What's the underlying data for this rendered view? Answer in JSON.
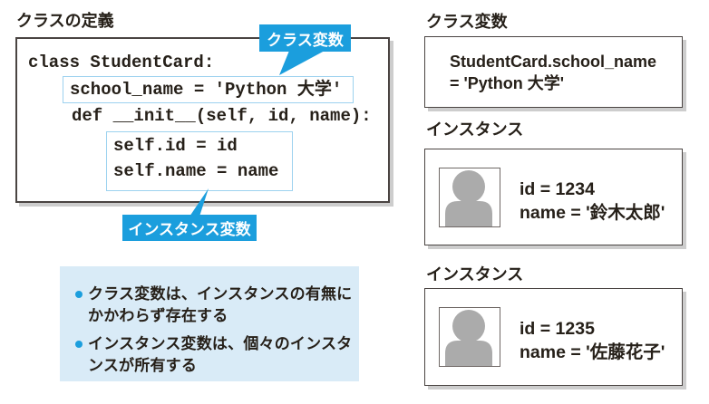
{
  "colors": {
    "accent": "#1b9edd",
    "inner_border": "#9dd2ef",
    "note_bg": "#d9ebf7",
    "ink": "#262019",
    "box_border": "#4a4442",
    "shadow": "#cdcdcd",
    "person_gray": "#ababab"
  },
  "left": {
    "title": "クラスの定義",
    "code": {
      "class_line": "class StudentCard:",
      "class_var_line": "school_name = 'Python 大学'",
      "def_line": "def __init__(self, id, name):",
      "inst_line1": "self.id = id",
      "inst_line2": "self.name = name"
    },
    "callout_class": "クラス変数",
    "callout_instance": "インスタンス変数",
    "notes": [
      {
        "l1": "クラス変数は、インスタンスの有無に",
        "l2": "かかわらず存在する"
      },
      {
        "l1": "インスタンス変数は、個々のインスタ",
        "l2": "ンスが所有する"
      }
    ]
  },
  "right": {
    "class_var_heading": "クラス変数",
    "class_var_box": {
      "line1": "StudentCard.school_name",
      "line2": "= 'Python 大学'"
    },
    "instances": [
      {
        "heading": "インスタンス",
        "id_text": "id = 1234",
        "name_text": "name = '鈴木太郎'"
      },
      {
        "heading": "インスタンス",
        "id_text": "id = 1235",
        "name_text": "name = '佐藤花子'"
      }
    ]
  }
}
